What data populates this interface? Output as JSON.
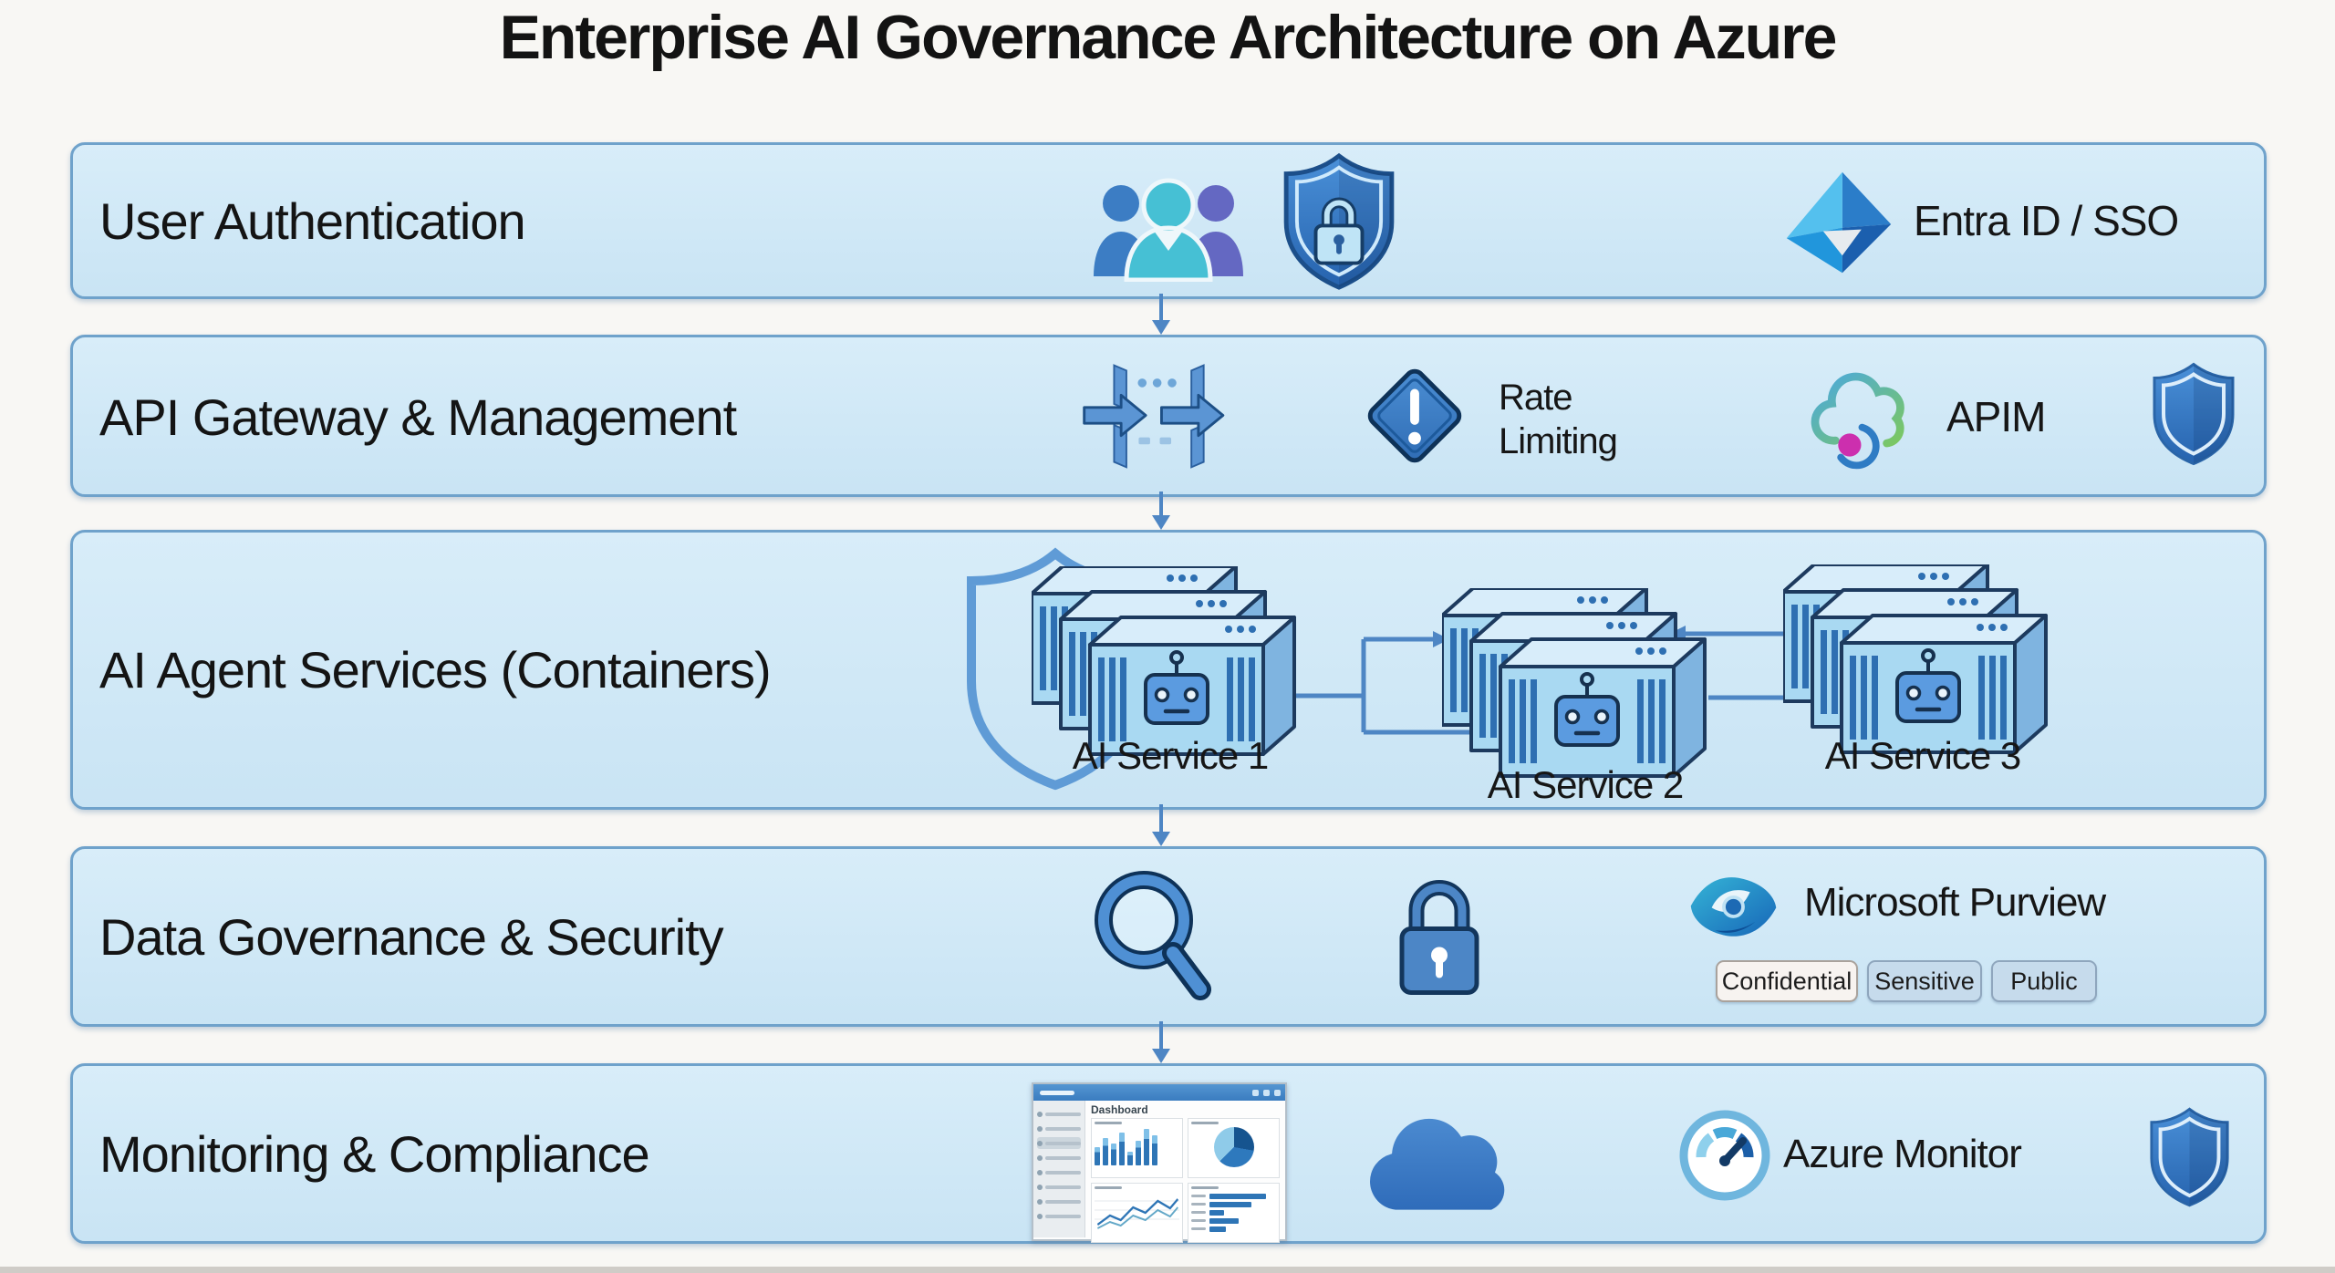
{
  "title": "Enterprise AI Governance Architecture on Azure",
  "layers": [
    {
      "label": "User Authentication",
      "tech": "Entra ID / SSO",
      "icons": [
        "user-group-icon",
        "shield-lock-icon",
        "entra-id-icon"
      ]
    },
    {
      "label": "API Gateway & Management",
      "annotation": "Rate Limiting",
      "tech": "APIM",
      "icons": [
        "api-gateway-icon",
        "warning-diamond-icon",
        "apim-cloud-icon",
        "shield-icon"
      ]
    },
    {
      "label": "AI Agent Services (Containers)",
      "services": [
        "AI Service 1",
        "AI Service 2",
        "AI Service 3"
      ],
      "icons": [
        "shield-outline-icon",
        "container-stack-icon",
        "robot-icon"
      ]
    },
    {
      "label": "Data Governance & Security",
      "tech": "Microsoft Purview",
      "classification_tags": [
        "Confidential",
        "Sensitive",
        "Public"
      ],
      "icons": [
        "magnifier-icon",
        "lock-icon",
        "purview-icon"
      ]
    },
    {
      "label": "Monitoring & Compliance",
      "dashboard_title": "Dashboard",
      "tech": "Azure Monitor",
      "icons": [
        "dashboard-window",
        "cloud-icon",
        "gauge-icon",
        "shield-icon"
      ]
    }
  ],
  "colors": {
    "layer_fill": "#cfe7f6",
    "layer_border": "#6fa2cb",
    "arrow": "#4e86c4",
    "shield_blue": "#2f6fba",
    "teal_person": "#46c0d4",
    "purple_person": "#6468c2",
    "apim_magenta": "#cc2fae",
    "chip_blue": "#c6dbec",
    "chip_light": "#f7f3f0",
    "title_text": "#131313"
  }
}
